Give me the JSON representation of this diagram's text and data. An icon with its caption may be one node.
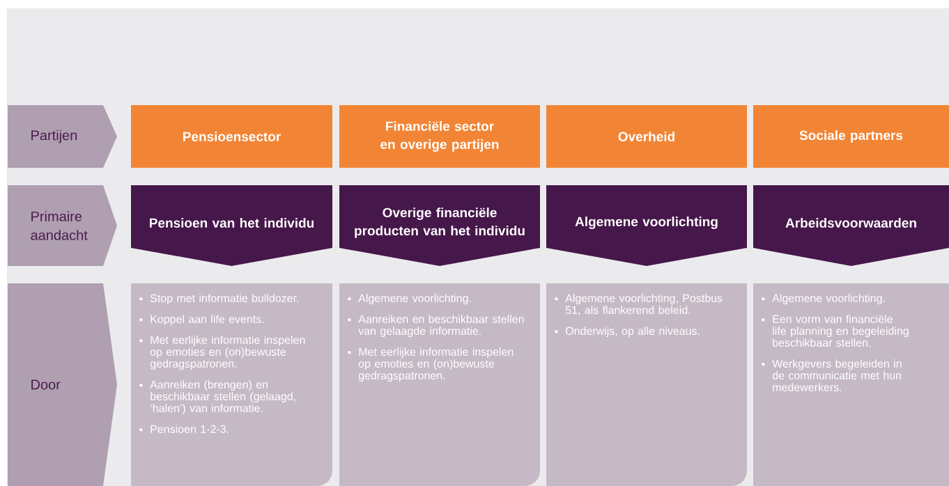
{
  "diagram": {
    "nodes": [
      {
        "text": [
          "Partijen"
        ]
      },
      {
        "text": [
          "Pensioensector"
        ]
      },
      {
        "text": [
          "Financiële sector en overige partijen"
        ]
      },
      {
        "text": [
          "Overheid"
        ]
      },
      {
        "text": [
          "Sociale partners"
        ]
      },
      {
        "text": [
          "Primaire aandacht"
        ]
      },
      {
        "text": [
          "Pensioen van het individu"
        ]
      },
      {
        "text": [
          "Overige financiële producten van het individu"
        ]
      },
      {
        "text": [
          "Algemene voorlichting"
        ]
      },
      {
        "text": [
          "Arbeidsvoorwaarden"
        ]
      },
      {
        "text": [
          "Door"
        ]
      },
      {
        "text": [
          "Stop met informatie bulldozer.",
          "Koppel aan life events.",
          "Met eerlijke informatie inspelen op emoties en (on)bewuste gedragspatronen.",
          "Aanreiken (brengen) en beschikbaar stellen (gelaagd, ‘halen’) van informatie.",
          "Pensioen 1-2-3."
        ]
      },
      {
        "text": [
          "Algemene voorlichting.",
          "Aanreiken en beschikbaar stellen van gelaagde informatie.",
          "Met eerlijke informatie inspelen op emoties en (on)bewuste gedragspatronen."
        ]
      },
      {
        "text": [
          "Algemene voorlichting, Postbus 51, als flankerend beleid.",
          "Onderwijs, op alle niveaus."
        ]
      },
      {
        "text": [
          "Algemene voorlichting.",
          "Een vorm van financiële life planning en begeleiding beschikbaar stellen.",
          "Werkgevers begeleiden in de communicatie met hun medewerkers."
        ]
      }
    ]
  }
}
